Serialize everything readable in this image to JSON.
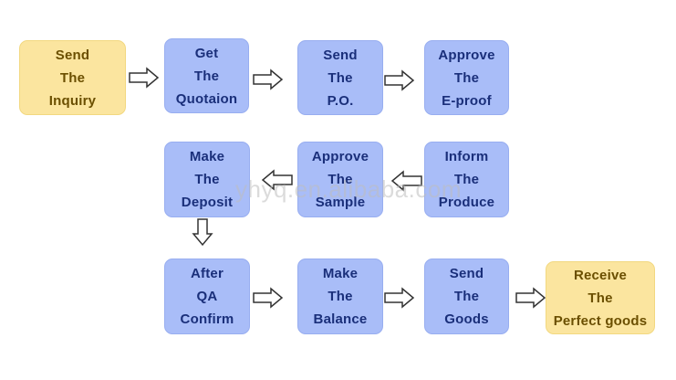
{
  "steps": [
    {
      "lines": [
        "Send",
        "The",
        "Inquiry"
      ]
    },
    {
      "lines": [
        "Get",
        "The",
        "Quotaion"
      ]
    },
    {
      "lines": [
        "Send",
        "The",
        "P.O."
      ]
    },
    {
      "lines": [
        "Approve",
        "The",
        "E-proof"
      ]
    },
    {
      "lines": [
        "Inform",
        "The",
        "Produce"
      ]
    },
    {
      "lines": [
        "Approve",
        "The",
        "Sample"
      ]
    },
    {
      "lines": [
        "Make",
        "The",
        "Deposit"
      ]
    },
    {
      "lines": [
        "After",
        "QA",
        "Confirm"
      ]
    },
    {
      "lines": [
        "Make",
        "The",
        "Balance"
      ]
    },
    {
      "lines": [
        "Send",
        "The",
        "Goods"
      ]
    },
    {
      "lines": [
        "Receive",
        "The",
        "Perfect goods"
      ]
    }
  ],
  "watermark": "yhyq.en.alibaba.com",
  "colors": {
    "step_fill": "#a9bdf8",
    "step_text": "#1a2f7a",
    "terminal_fill": "#fbe59f",
    "terminal_text": "#6b4f00",
    "arrow_stroke": "#333333"
  }
}
